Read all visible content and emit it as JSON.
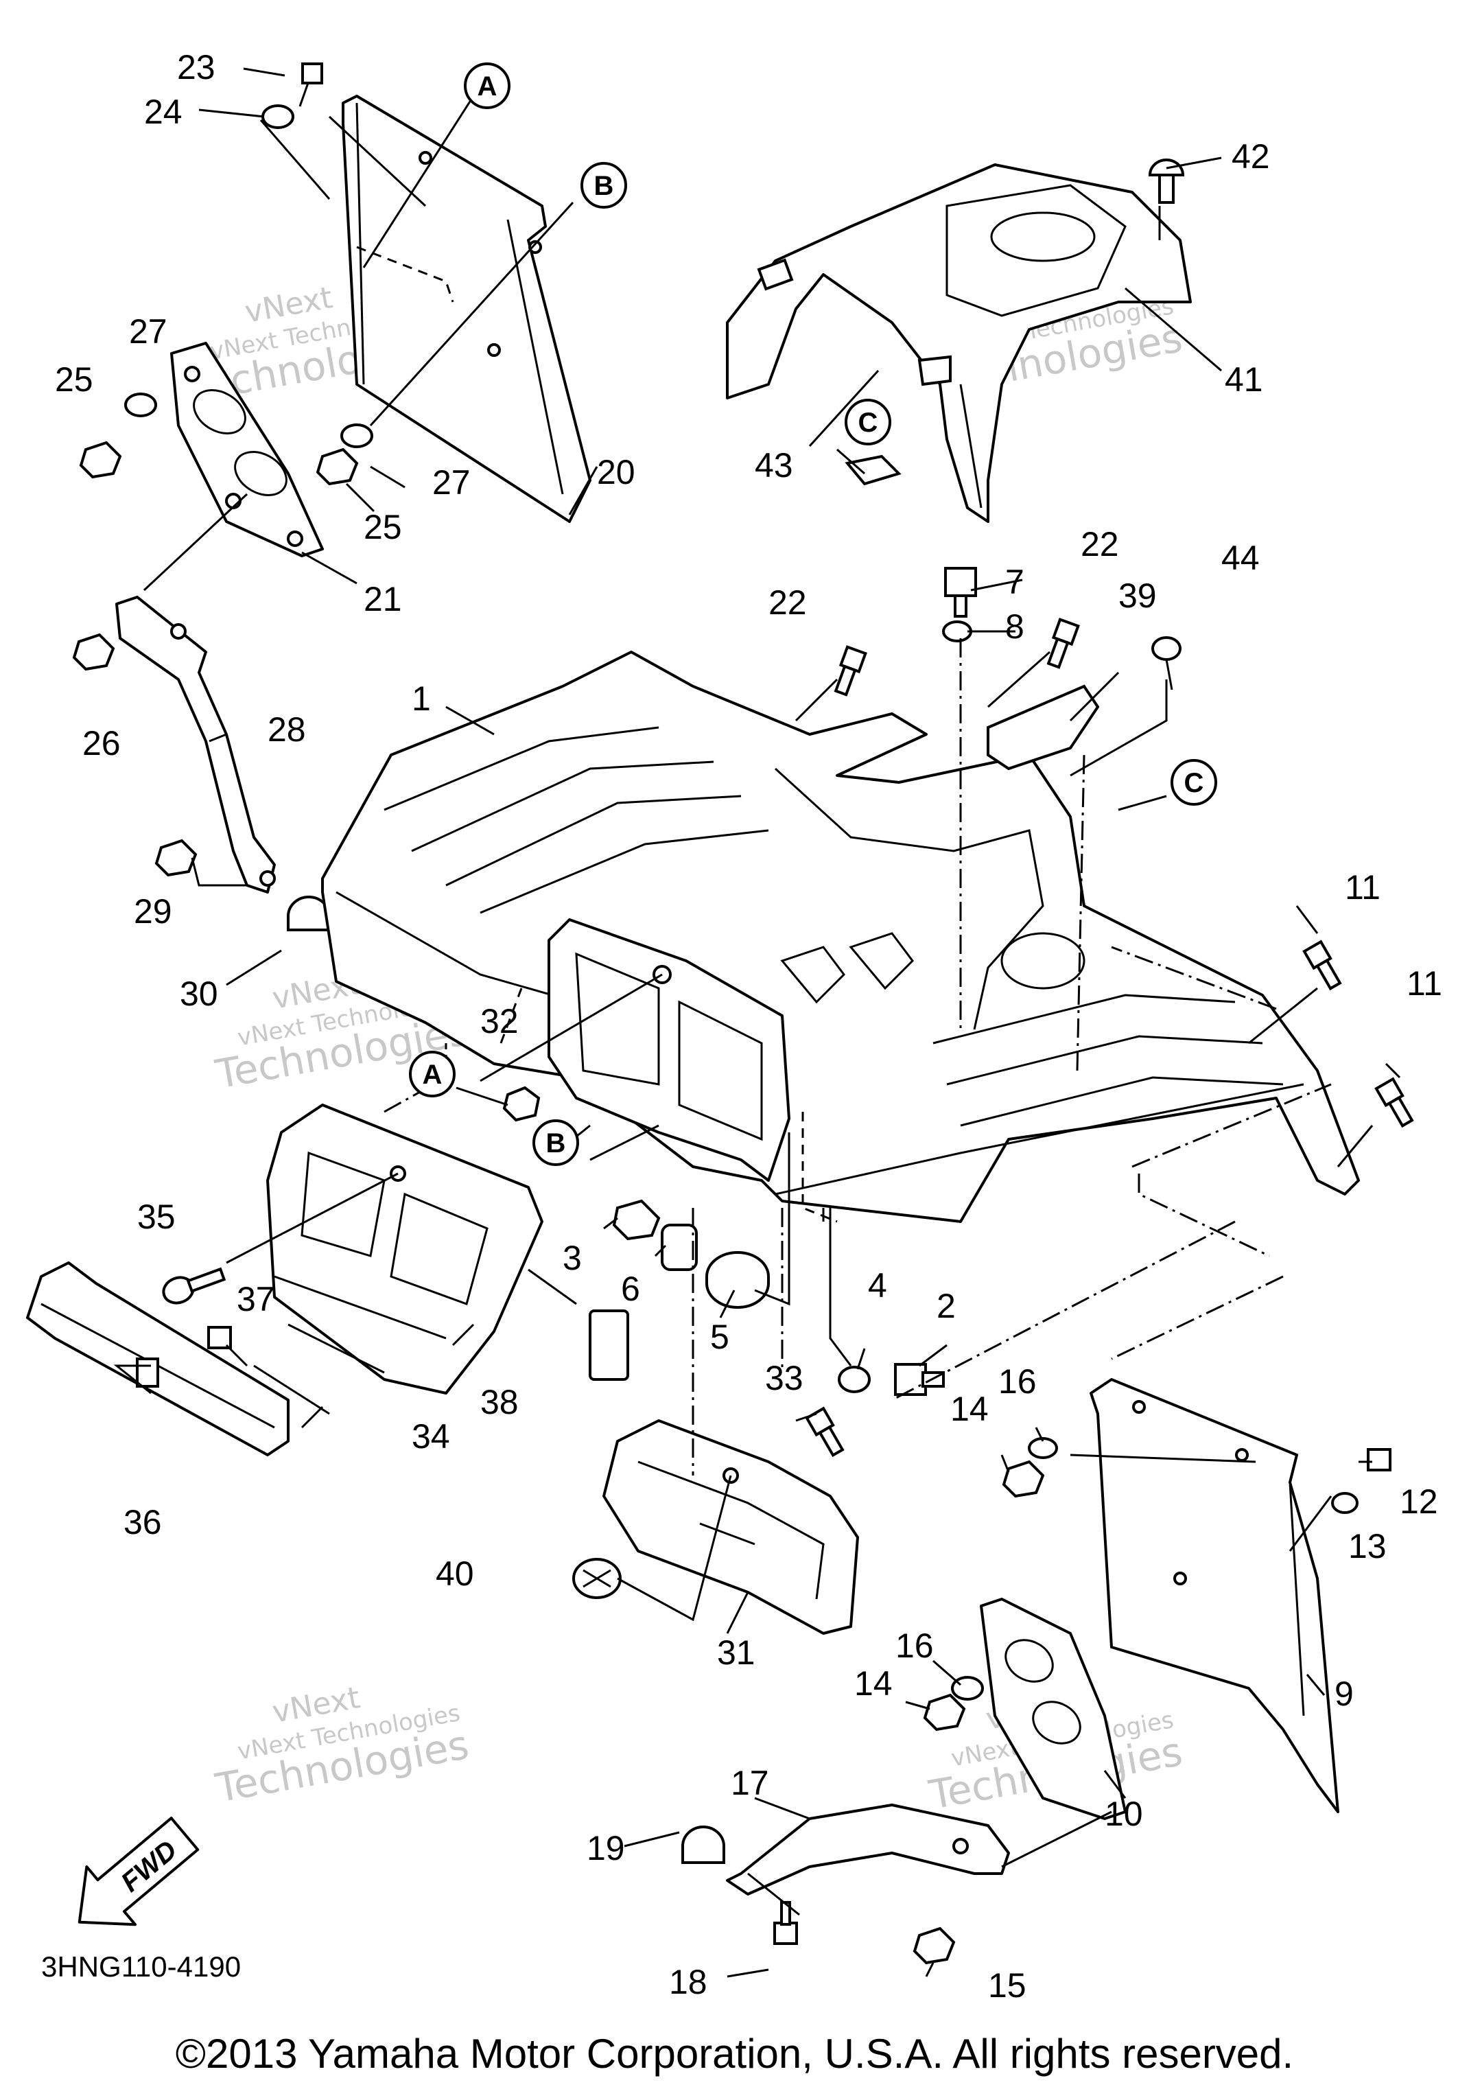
{
  "callouts": [
    "1",
    "2",
    "3",
    "4",
    "5",
    "6",
    "7",
    "8",
    "9",
    "10",
    "11",
    "12",
    "13",
    "14",
    "15",
    "16",
    "17",
    "18",
    "19",
    "20",
    "21",
    "22",
    "23",
    "24",
    "25",
    "26",
    "27",
    "28",
    "29",
    "30",
    "31",
    "32",
    "33",
    "34",
    "35",
    "36",
    "37",
    "38",
    "39",
    "40",
    "41",
    "42",
    "43",
    "44"
  ],
  "refs": {
    "A": "A",
    "B": "B",
    "C": "C"
  },
  "watermark": {
    "line1": "vNext",
    "line2": "vNext Technologies",
    "line3": "Technologies"
  },
  "fwd_label": "FWD",
  "drawing_code": "3HNG110-4190",
  "copyright": "©2013 Yamaha Motor Corporation, U.S.A. All rights reserved."
}
